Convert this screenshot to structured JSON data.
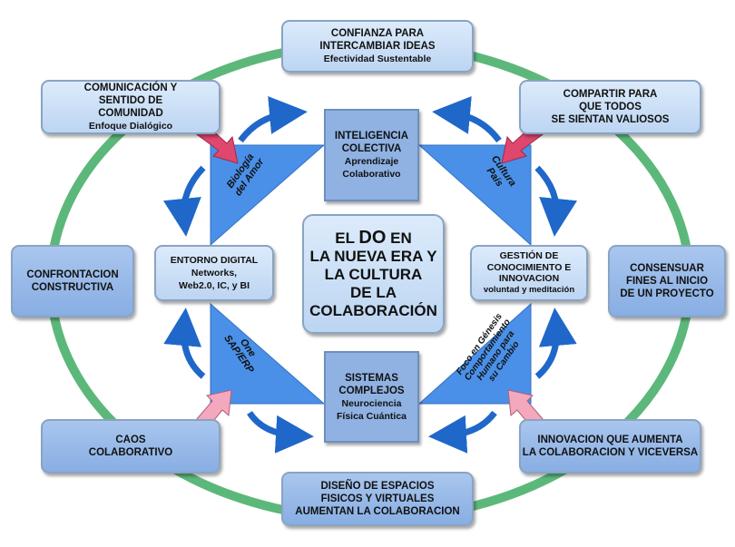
{
  "colors": {
    "ring": "#5cb87a",
    "triangle": "#4a90e8",
    "arrow": "#1f67c9",
    "pink_dark": "#e0476e",
    "pink_light": "#f4a8bd"
  },
  "outer": {
    "top": {
      "line1": "CONFIANZA PARA",
      "line2": "INTERCAMBIAR IDEAS",
      "line3": "Efectividad Sustentable"
    },
    "top_left": {
      "line1": "COMUNICACIÓN Y",
      "line2": "SENTIDO DE",
      "line3": "COMUNIDAD",
      "line4": "Enfoque Dialógico"
    },
    "top_right": {
      "line1": "COMPARTIR PARA",
      "line2": "QUE TODOS",
      "line3": "SE SIENTAN VALIOSOS"
    },
    "left": {
      "line1": "CONFRONTACION",
      "line2": "CONSTRUCTIVA"
    },
    "right": {
      "line1": "CONSENSUAR",
      "line2": "FINES AL INICIO",
      "line3": "DE UN PROYECTO"
    },
    "bottom_left": {
      "line1": "CAOS",
      "line2": "COLABORATIVO"
    },
    "bottom_right": {
      "line1": "INNOVACION QUE AUMENTA",
      "line2": "LA COLABORACION Y VICEVERSA"
    },
    "bottom": {
      "line1": "DISEÑO DE ESPACIOS",
      "line2": "FISICOS Y VIRTUALES",
      "line3": "AUMENTAN LA COLABORACION"
    }
  },
  "inner": {
    "top": {
      "line1": "INTELIGENCIA",
      "line2": "COLECTIVA",
      "line3": "Aprendizaje",
      "line4": "Colaborativo"
    },
    "bottom": {
      "line1": "SISTEMAS",
      "line2": "COMPLEJOS",
      "line3": "Neurociencia",
      "line4": "Física Cuántica"
    },
    "left": {
      "line1": "ENTORNO DIGITAL",
      "line2": "Networks,",
      "line3": "Web2.0, IC, y BI"
    },
    "right": {
      "line1": "GESTIÓN DE",
      "line2": "CONOCIMIENTO E",
      "line3": "INNOVACION",
      "line4": "voluntad y meditación"
    }
  },
  "center": {
    "w1": "EL",
    "w2": "DO",
    "w3": "EN",
    "line2": "LA NUEVA ERA Y",
    "line3": "LA CULTURA",
    "line4": "DE LA",
    "line5": "COLABORACIÓN"
  },
  "triangles": {
    "top_left": {
      "line1": "Biología",
      "line2": "del Amor"
    },
    "top_right": {
      "line1": "Cultura",
      "line2": "País"
    },
    "bottom_left": {
      "line1": "One",
      "line2": "SAP/ERP"
    },
    "bottom_right": {
      "line1": "Foco en Génesis",
      "line2": "Comportamiento",
      "line3": "Humano para",
      "line4": "su Cambio"
    }
  }
}
